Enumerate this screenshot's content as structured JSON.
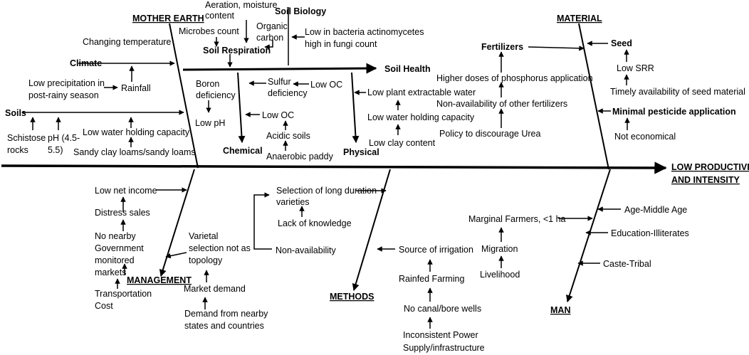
{
  "effect": {
    "line1": "LOW PRODUCTIVITY",
    "line2": "AND INTENSITY"
  },
  "categories": {
    "mother_earth": "MOTHER EARTH",
    "material": "MATERIAL",
    "management": "MANAGEMENT",
    "methods": "METHODS",
    "man": "MAN"
  },
  "mother_earth": {
    "changing_temperature": "Changing temperature",
    "climate": "Climate",
    "low_precip_1": "Low precipitation in",
    "low_precip_2": "post-rainy season",
    "rainfall": "Rainfall",
    "soils": "Soils",
    "schistose_1": "Schistose",
    "schistose_2": "rocks",
    "ph_1": "pH (4.5-",
    "ph_2": "5.5)",
    "low_whc": "Low water holding capacity",
    "sandy_clay": "Sandy clay loams/sandy loams",
    "aeration_1": "Aeration, moisture",
    "aeration_2": "content",
    "microbes": "Microbes count",
    "soil_respiration": "Soil Respiration",
    "soil_biology": "Soil Biology",
    "organic_1": "Organic",
    "organic_2": "carbon",
    "low_bacteria_1": "Low in bacteria actinomycetes",
    "low_bacteria_2": "high in fungi count",
    "soil_health": "Soil Health",
    "boron_1": "Boron",
    "boron_2": "deficiency",
    "low_ph": "Low pH",
    "sulfur_1": "Sulfur",
    "sulfur_2": "deficiency",
    "low_oc_1": "Low OC",
    "low_oc_2": "Low OC",
    "acidic_soils": "Acidic soils",
    "anaerobic": "Anaerobic paddy",
    "chemical": "Chemical",
    "low_plant_water": "Low plant extractable water",
    "low_whc_physical": "Low water holding capacity",
    "low_clay": "Low clay content",
    "physical": "Physical"
  },
  "material": {
    "fertilizers": "Fertilizers",
    "seed": "Seed",
    "higher_doses": "Higher doses of phosphorus application",
    "non_availability_fert": "Non-availability of other fertilizers",
    "policy_urea": "Policy to discourage Urea",
    "low_srr": "Low SRR",
    "timely_seed": "Timely availability of seed material",
    "minimal_pesticide": "Minimal  pesticide application",
    "not_economical": "Not economical"
  },
  "management": {
    "low_net_income": "Low net income",
    "distress_sales": "Distress sales",
    "no_nearby_1": "No nearby",
    "no_nearby_2": "Government",
    "no_nearby_3": "monitored",
    "no_nearby_4": "markets",
    "transport_1": "Transportation",
    "transport_2": "Cost",
    "varietal_1": "Varietal",
    "varietal_2": "selection not as",
    "varietal_3": "topology",
    "market_demand": "Market demand",
    "demand_nearby_1": "Demand from nearby",
    "demand_nearby_2": "states and countries"
  },
  "methods": {
    "selection_1": "Selection of long duration",
    "selection_2": "varieties",
    "lack_knowledge": "Lack of knowledge",
    "non_availability": "Non-availability",
    "source_irrigation": "Source of irrigation",
    "rainfed": "Rainfed Farming",
    "no_canal": "No canal/bore wells",
    "inconsistent_1": "Inconsistent Power",
    "inconsistent_2": "Supply/infrastructure"
  },
  "man": {
    "marginal": "Marginal Farmers, <1 ha",
    "migration": "Migration",
    "livelihood": "Livelihood",
    "age": "Age-Middle Age",
    "education": "Education-Illiterates",
    "caste": "Caste-Tribal"
  }
}
